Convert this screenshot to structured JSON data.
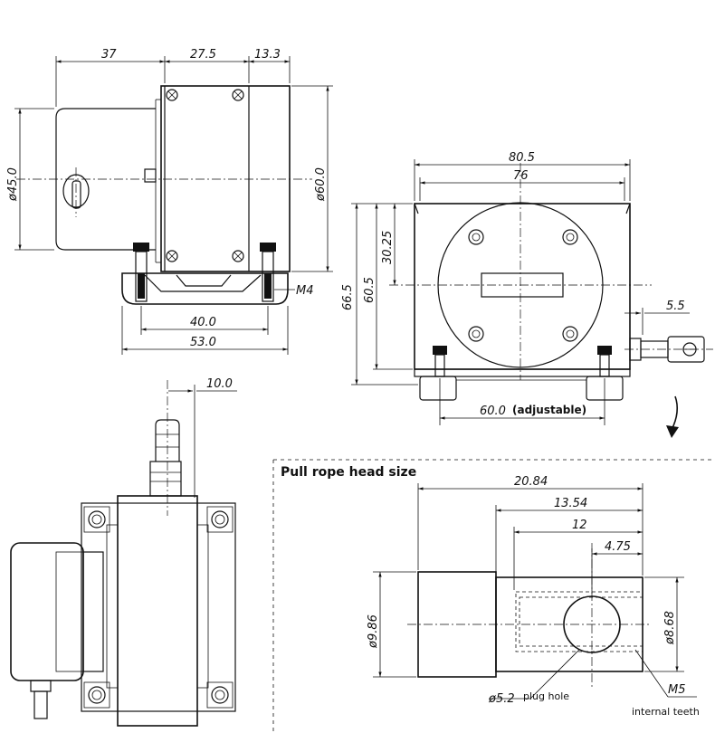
{
  "side_view": {
    "dims": {
      "w37": "37",
      "w27_5": "27.5",
      "w13_3": "13.3",
      "d45": "ø45.0",
      "d60": "ø60.0",
      "w40": "40.0",
      "w53": "53.0",
      "thread": "M4"
    }
  },
  "front_view": {
    "dims": {
      "w80_5": "80.5",
      "w76": "76",
      "h66_5": "66.5",
      "h60_5": "60.5",
      "h30_25": "30.25",
      "d5_5": "5.5",
      "w60": "60.0",
      "adjustable": "(adjustable)"
    }
  },
  "top_view": {
    "dims": {
      "w10": "10.0"
    }
  },
  "rope_head": {
    "title": "Pull rope head size",
    "dims": {
      "w20_84": "20.84",
      "w13_54": "13.54",
      "w12": "12",
      "w4_75": "4.75",
      "d9_86": "ø9.86",
      "d8_68": "ø8.68",
      "d5_2": "ø5.2",
      "plug_hole": "plug hole",
      "m5": "M5",
      "internal_teeth": "internal teeth"
    }
  }
}
